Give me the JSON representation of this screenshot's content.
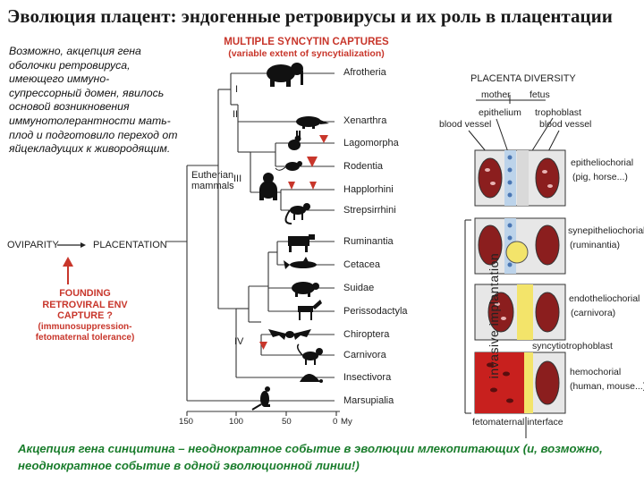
{
  "title": "Эволюция плацент: эндогенные ретровирусы и их роль в плацентации",
  "note": "Возможно, акцепция гена оболочки ретровируса, имеющего иммуно-супрессорный домен, явилось основой возникновения иммунотолерантности мать-плод и подготовило переход от яйцекладущих к живородящим.",
  "tree": {
    "header_title": "MULTIPLE SYNCYTIN CAPTURES",
    "header_subtitle": "(variable extent of syncytialization)",
    "eutherian_label": "Eutherian mammals",
    "oviparity": "OVIPARITY",
    "placentation": "PLACENTATION",
    "founding_lines": [
      "FOUNDING",
      "RETROVIRAL ENV CAPTURE ?"
    ],
    "founding_paren": [
      "(immunosuppression-",
      "fetomaternal tolerance)"
    ],
    "clade_numerals": [
      "I",
      "II",
      "III",
      "IV"
    ],
    "taxa": [
      "Afrotheria",
      "Xenarthra",
      "Lagomorpha",
      "Rodentia",
      "Happlorhini",
      "Strepsirrhini",
      "Ruminantia",
      "Cetacea",
      "Suidae",
      "Perissodactyla",
      "Chiroptera",
      "Carnivora",
      "Insectivora",
      "Marsupialia"
    ],
    "axis_ticks": [
      "150",
      "100",
      "50",
      "0"
    ],
    "axis_unit": "My",
    "marker_color": "#c8362b"
  },
  "placenta": {
    "title": "PLACENTA DIVERSITY",
    "mother": "mother",
    "fetus": "fetus",
    "epithelium": "epithelium",
    "blood_vessel_left": "blood vessel",
    "trophoblast": "trophoblast",
    "blood_vessel_right": "blood vessel",
    "types": [
      {
        "name": "epitheliochorial",
        "example": "(pig, horse...)"
      },
      {
        "name": "synepitheliochorial",
        "example": "(ruminantia)"
      },
      {
        "name": "endotheliochorial",
        "example": "(carnivora)"
      },
      {
        "name": "hemochorial",
        "example": "(human, mouse...)"
      }
    ],
    "syncytio": "syncytiotrophoblast",
    "invasive": "invasive implantation",
    "interface": "fetomaternal interface"
  },
  "bottom_note": "Акцепция гена синцитина – неоднократное событие в эволюции млекопитающих (и, возможно, неоднократное событие в одной эволюционной линии!)"
}
